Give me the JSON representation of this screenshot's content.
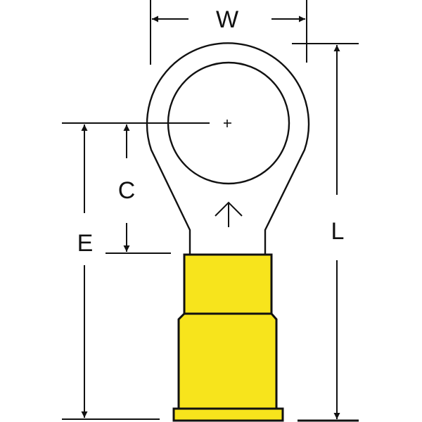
{
  "diagram": {
    "labels": {
      "width": "W",
      "length": "L",
      "center_to_barrel": "C",
      "center_to_end": "E"
    },
    "colors": {
      "insulation": "#F7E41C",
      "line": "#111111",
      "background": "#FFFFFF"
    }
  }
}
